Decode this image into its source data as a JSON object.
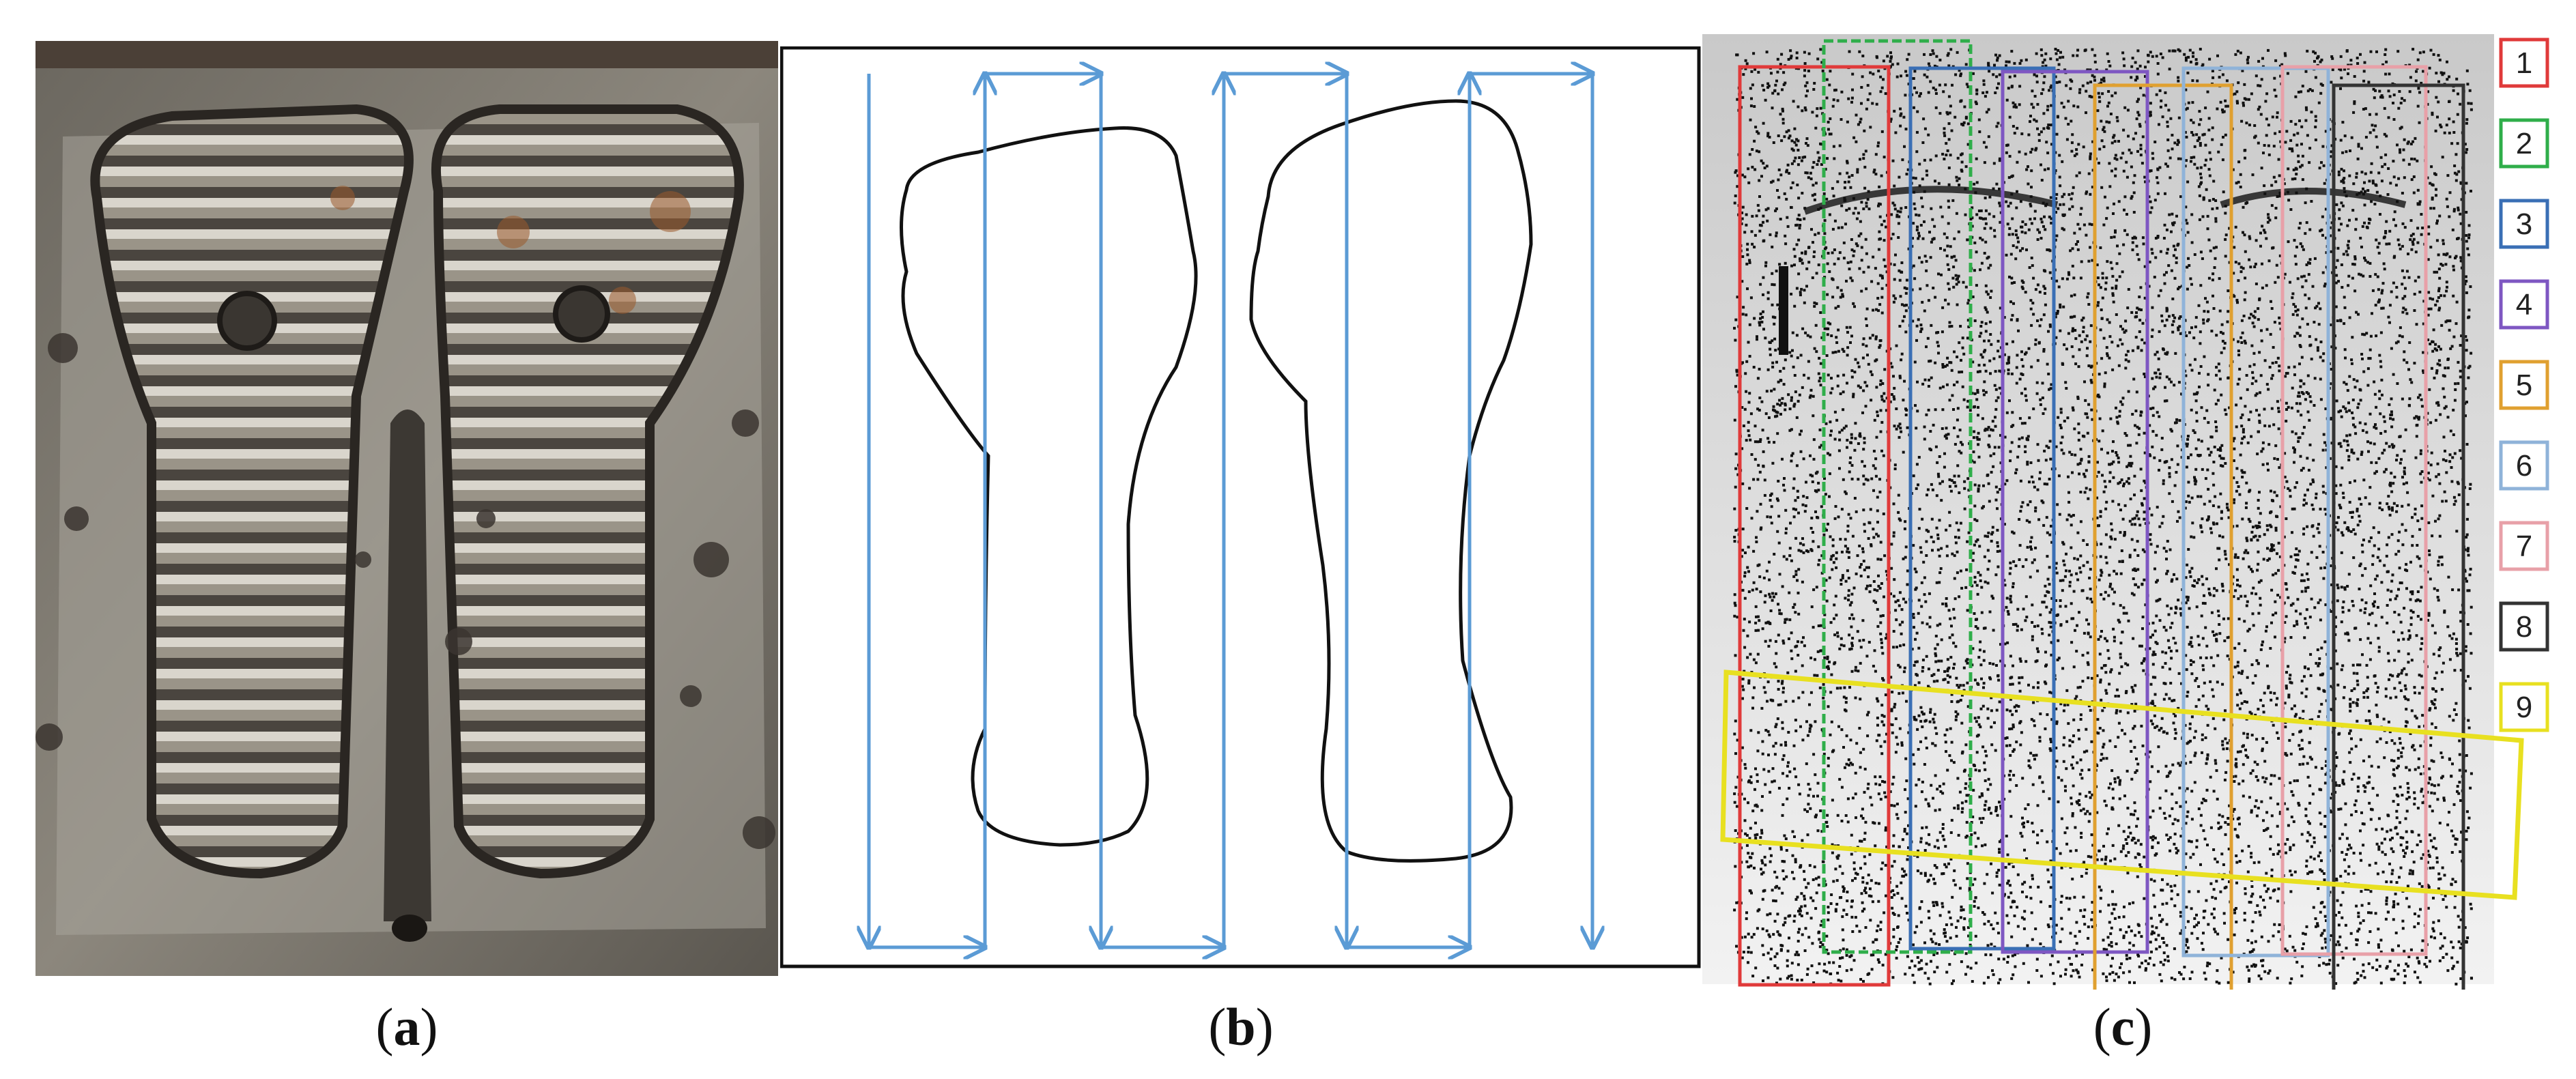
{
  "panels": [
    {
      "id": "a",
      "caption_open": "(",
      "caption_letter": "a",
      "caption_close": ")"
    },
    {
      "id": "b",
      "caption_open": "(",
      "caption_letter": "b",
      "caption_close": ")"
    },
    {
      "id": "c",
      "caption_open": "(",
      "caption_letter": "c",
      "caption_close": ")"
    }
  ],
  "colors": {
    "arrow": "#5B9BD5",
    "outline": "#111111",
    "region_border": "#000000",
    "scan_background": "#d9d9d9"
  },
  "legend": {
    "items": [
      {
        "label": "1",
        "color": "#e03a3a"
      },
      {
        "label": "2",
        "color": "#2fae4a"
      },
      {
        "label": "3",
        "color": "#3a6fb5"
      },
      {
        "label": "4",
        "color": "#7e57c2"
      },
      {
        "label": "5",
        "color": "#e0a030"
      },
      {
        "label": "6",
        "color": "#8fb3d9"
      },
      {
        "label": "7",
        "color": "#e8a0a8"
      },
      {
        "label": "8",
        "color": "#333333"
      },
      {
        "label": "9",
        "color": "#e8e020"
      }
    ]
  }
}
